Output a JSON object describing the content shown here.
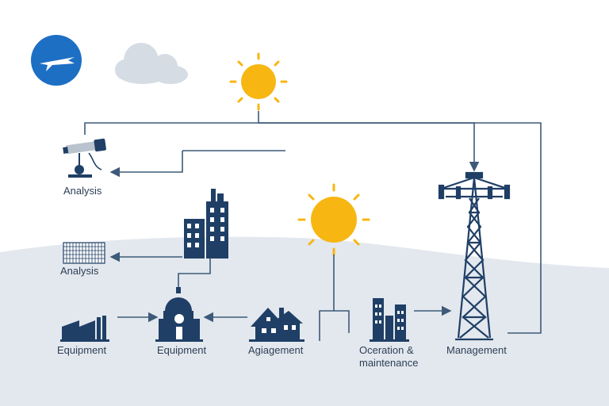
{
  "colors": {
    "background_top": "#ffffff",
    "ground": "#e3e8ee",
    "line": "#3d5a78",
    "icon_fill": "#1f3f66",
    "sun": "#f7b612",
    "cloud": "#d5dce4",
    "logo_badge": "#1d6fc4"
  },
  "icons": {
    "logo": "airplane-badge-icon",
    "cloud": "cloud-icon",
    "sun_top": "sun-icon",
    "sun_middle": "sun-icon",
    "telescope": "telescope-icon",
    "office_building": "office-building-icon",
    "solar_panel": "solar-panel-icon",
    "observatory": "observatory-dome-icon",
    "houses": "houses-icon",
    "factory": "factory-icon",
    "city_buildings": "city-buildings-icon",
    "transmission_tower": "transmission-tower-icon"
  },
  "labels": {
    "analysis_top": "Analysis",
    "analysis_mid": "Analysis",
    "equipment_left": "Equipment",
    "equipment_mid": "Equipment",
    "agiagement": "Agiagement",
    "operation_line1": "Oceration &",
    "operation_line2": "maintenance",
    "management": "Management"
  }
}
